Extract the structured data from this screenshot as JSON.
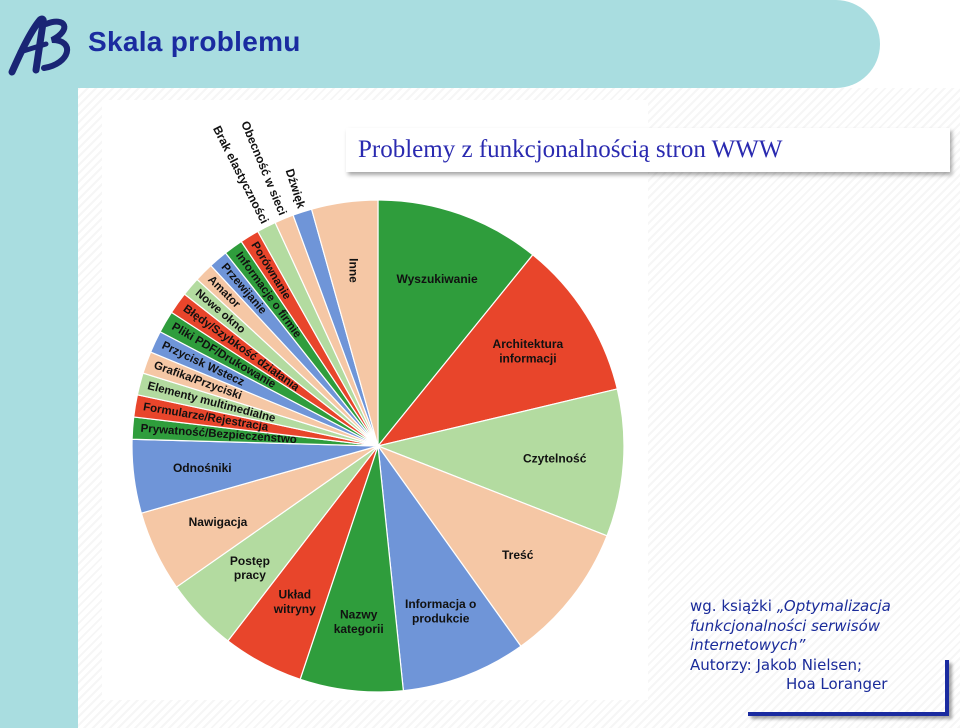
{
  "slide": {
    "title": "Skala problemu",
    "logo_text": "AB"
  },
  "chart_data": {
    "type": "pie",
    "title": "Problemy z funkcjonalnością stron WWW",
    "slices": [
      {
        "label": "Wyszukiwanie",
        "value": 11.2,
        "color": "#2f9d3c"
      },
      {
        "label": "Architektura informacji",
        "value": 10.8,
        "color": "#e8452b"
      },
      {
        "label": "Czytelność",
        "value": 10.0,
        "color": "#b3dba0"
      },
      {
        "label": "Treść",
        "value": 9.5,
        "color": "#f5c7a5"
      },
      {
        "label": "Informacja o produkcie",
        "value": 8.5,
        "color": "#6f95d8"
      },
      {
        "label": "Nazwy kategorii",
        "value": 7.0,
        "color": "#2f9d3c"
      },
      {
        "label": "Układ witryny",
        "value": 5.5,
        "color": "#e8452b"
      },
      {
        "label": "Postęp pracy",
        "value": 5.0,
        "color": "#b3dba0"
      },
      {
        "label": "Nawigacja",
        "value": 5.5,
        "color": "#f5c7a5"
      },
      {
        "label": "Odnośniki",
        "value": 5.0,
        "color": "#6f95d8"
      },
      {
        "label": "Prywatność/Bezpieczeństwo",
        "value": 1.5,
        "color": "#2f9d3c"
      },
      {
        "label": "Formularze/Rejestracja",
        "value": 1.5,
        "color": "#e8452b"
      },
      {
        "label": "Elementy multimedialne",
        "value": 1.5,
        "color": "#b3dba0"
      },
      {
        "label": "Grafika/Przyciski",
        "value": 1.5,
        "color": "#f5c7a5"
      },
      {
        "label": "Przycisk Wstecz",
        "value": 1.5,
        "color": "#6f95d8"
      },
      {
        "label": "Pliki PDF/Drukowanie",
        "value": 1.5,
        "color": "#2f9d3c"
      },
      {
        "label": "Błędy/Szybkość działania",
        "value": 1.5,
        "color": "#e8452b"
      },
      {
        "label": "Nowe okno",
        "value": 1.3,
        "color": "#b3dba0"
      },
      {
        "label": "Amator",
        "value": 1.3,
        "color": "#f5c7a5"
      },
      {
        "label": "Przewijanie",
        "value": 1.3,
        "color": "#6f95d8"
      },
      {
        "label": "Informacje o firmie",
        "value": 1.3,
        "color": "#2f9d3c"
      },
      {
        "label": "Porównanie",
        "value": 1.3,
        "color": "#e8452b"
      },
      {
        "label": "Brak elastyczności",
        "value": 1.3,
        "color": "#b3dba0"
      },
      {
        "label": "Obecność w sieci",
        "value": 1.3,
        "color": "#f5c7a5"
      },
      {
        "label": "Dźwięk",
        "value": 1.3,
        "color": "#6f95d8"
      },
      {
        "label": "Inne",
        "value": 4.5,
        "color": "#f5c7a5"
      }
    ]
  },
  "caption": {
    "prefix": "wg. książki ",
    "book_line1": "„Optymalizacja",
    "book_line2": "funkcjonalności serwisów",
    "book_line3": "internetowych”",
    "authors_line1": "Autorzy:   Jakob Nielsen;",
    "authors_line2": "Hoa Loranger"
  },
  "colors": {
    "accent_band": "#a9dde0",
    "title_text": "#1a2ba0",
    "chart_title_text": "#2a2ab0"
  }
}
